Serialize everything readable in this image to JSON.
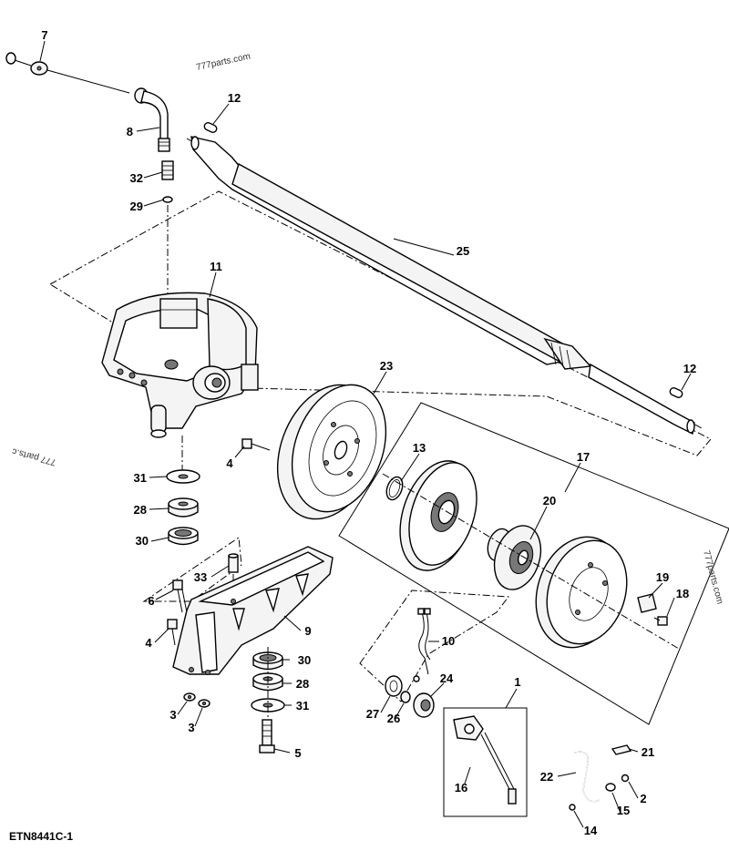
{
  "diagram": {
    "code": "ETN8441C-1",
    "watermarks": [
      "777parts.com",
      "777 parts.c",
      "777parts.com"
    ],
    "callouts": [
      "7",
      "8",
      "32",
      "29",
      "12",
      "25",
      "11",
      "23",
      "13",
      "17",
      "20",
      "19",
      "18",
      "12",
      "4",
      "31",
      "28",
      "30",
      "33",
      "6",
      "9",
      "4",
      "30",
      "28",
      "31",
      "3",
      "3",
      "5",
      "10",
      "24",
      "27",
      "26",
      "1",
      "16",
      "21",
      "22",
      "15",
      "2",
      "14"
    ]
  }
}
